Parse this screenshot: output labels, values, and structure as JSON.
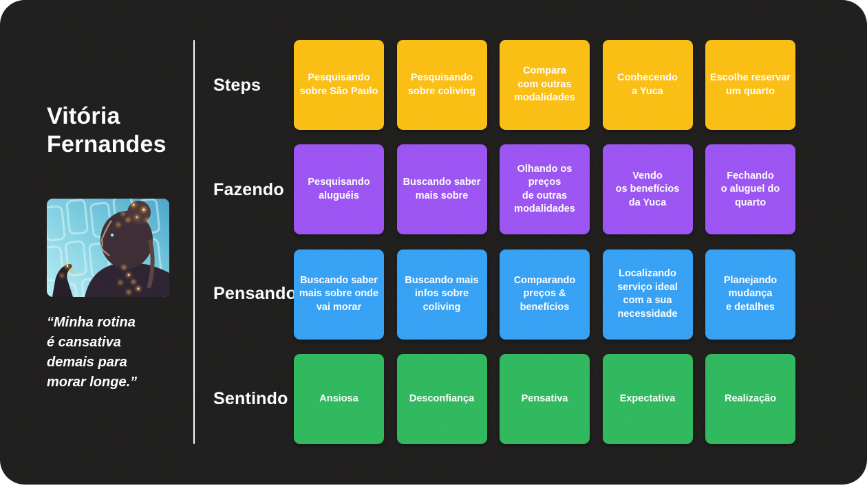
{
  "persona": {
    "name": "Vitória\nFernandes",
    "quote": "“Minha rotina\né cansativa\ndemais para\nmorar longe.”",
    "photo": "woman-in-profile-with-fairy-lights"
  },
  "board": {
    "rows": [
      {
        "label": "Steps",
        "color": "#FCBF11",
        "cards": [
          "Pesquisando\nsobre São Paulo",
          "Pesquisando\nsobre coliving",
          "Compara\ncom outras\nmodalidades",
          "Conhecendo\na Yuca",
          "Escolhe reservar\num quarto"
        ]
      },
      {
        "label": "Fazendo",
        "color": "#9C53F4",
        "cards": [
          "Pesquisando\naluguéis",
          "Buscando saber\nmais sobre",
          "Olhando os\npreços\nde outras\nmodalidades",
          "Vendo\nos benefícios\nda Yuca",
          "Fechando\no aluguel do\nquarto"
        ]
      },
      {
        "label": "Pensando",
        "color": "#35A1F6",
        "cards": [
          "Buscando saber\nmais sobre onde\nvai morar",
          "Buscando mais\ninfos sobre\ncoliving",
          "Comparando\npreços &\nbenefícios",
          "Localizando\nserviço ideal\ncom a sua\nnecessidade",
          "Planejando\nmudança\ne detalhes"
        ]
      },
      {
        "label": "Sentindo",
        "color": "#2EB95D",
        "cards": [
          "Ansiosa",
          "Desconfiança",
          "Pensativa",
          "Expectativa",
          "Realização"
        ]
      }
    ]
  },
  "colors": {
    "background": "#1D1C1B",
    "text": "#FFFFFF",
    "divider": "#FFFFFF",
    "steps": "#FCBF11",
    "fazendo": "#9C53F4",
    "pensando": "#35A1F6",
    "sentindo": "#2EB95D"
  }
}
